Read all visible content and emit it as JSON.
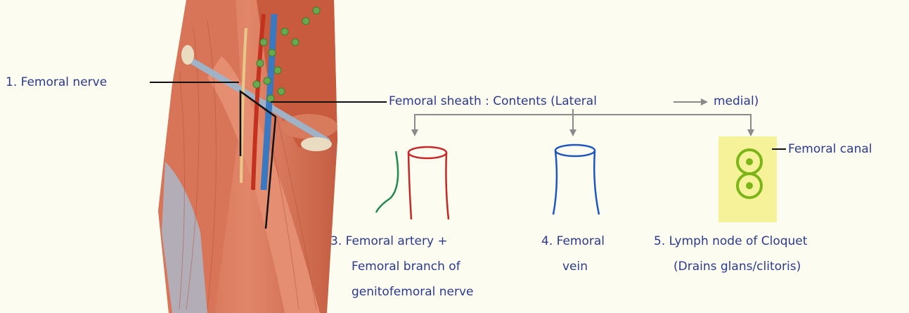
{
  "labels": {
    "nerve": "1.  Femoral nerve",
    "sheath": "Femoral sheath : Contents (Lateral",
    "sheath_end": "medial)",
    "canal": "Femoral canal",
    "artery_line1": "3. Femoral artery +",
    "artery_line2": "Femoral branch of",
    "artery_line3": "genitofemoral nerve",
    "vein_line1": "4.  Femoral",
    "vein_line2": "vein",
    "lymph_line1": "5. Lymph node of Cloquet",
    "lymph_line2": "(Drains glans/clitoris)"
  },
  "colors": {
    "text": "#2b3a8c",
    "artery": "#c62828",
    "vein": "#1e56c0",
    "nerve_branch": "#1f8a4c",
    "lymph_highlight": "#f6f29a",
    "lymph_node": "#7cb518",
    "arrow": "#8a8a8a",
    "leader": "#111111"
  }
}
